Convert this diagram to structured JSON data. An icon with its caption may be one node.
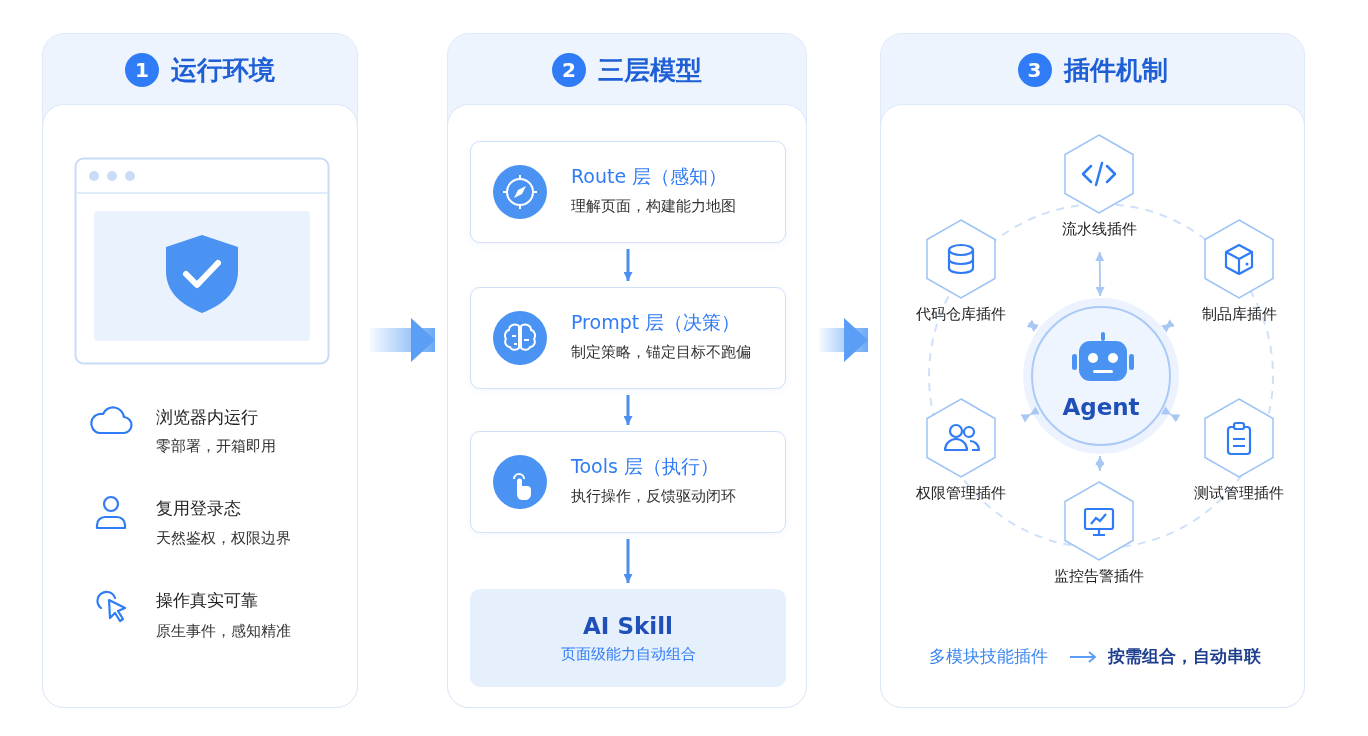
{
  "diagram": {
    "nodes": [
      {
        "text": [
          "1",
          "运行环境"
        ]
      },
      {
        "text": [
          "2",
          "三层模型"
        ]
      },
      {
        "text": [
          "Route 层（感知）",
          "理解页面，构建能力地图"
        ],
        "in": 1
      },
      {
        "text": [
          "Prompt 层（决策）",
          "制定策略，锚定目标不跑偏"
        ],
        "in": 1
      },
      {
        "text": [
          "Tools 层（执行）",
          "执行操作，反馈驱动闭环"
        ],
        "in": 1
      },
      {
        "text": [
          "AI Skill",
          "页面级能力自动组合"
        ],
        "in": 1
      },
      {
        "text": [
          "3",
          "插件机制"
        ]
      },
      {
        "text": [
          "Agent"
        ],
        "in": 6
      },
      {
        "text": [
          "流水线插件"
        ],
        "in": 6
      },
      {
        "text": [
          "代码仓库插件"
        ],
        "in": 6
      },
      {
        "text": [
          "制品库插件"
        ],
        "in": 6
      },
      {
        "text": [
          "权限管理插件"
        ],
        "in": 6
      },
      {
        "text": [
          "测试管理插件"
        ],
        "in": 6
      },
      {
        "text": [
          "监控告警插件"
        ],
        "in": 6
      }
    ],
    "edges": [
      {
        "from": 0,
        "to": 1,
        "arrow": "to",
        "style": "thick",
        "color": "#5a9ff5"
      },
      {
        "from": 1,
        "to": 6,
        "arrow": "to",
        "style": "thick",
        "color": "#5a9ff5"
      },
      {
        "from": 2,
        "to": 3,
        "arrow": "to",
        "color": "#4a8ff0"
      },
      {
        "from": 3,
        "to": 4,
        "arrow": "to",
        "color": "#4a8ff0"
      },
      {
        "from": 4,
        "to": 5,
        "arrow": "to",
        "color": "#4a8ff0"
      },
      {
        "from": 7,
        "to": 8,
        "arrow": "both"
      },
      {
        "from": 7,
        "to": 9,
        "arrow": "both"
      },
      {
        "from": 7,
        "to": 10,
        "arrow": "both"
      },
      {
        "from": 7,
        "to": 11,
        "arrow": "both"
      },
      {
        "from": 7,
        "to": 12,
        "arrow": "both"
      },
      {
        "from": 7,
        "to": 13,
        "arrow": "both"
      }
    ],
    "labels": [
      "浏览器内运行",
      "零部署，开箱即用",
      "复用登录态",
      "天然鉴权，权限边界",
      "操作真实可靠",
      "原生事件，感知精准",
      "多模块技能插件",
      "按需组合，自动串联"
    ]
  }
}
